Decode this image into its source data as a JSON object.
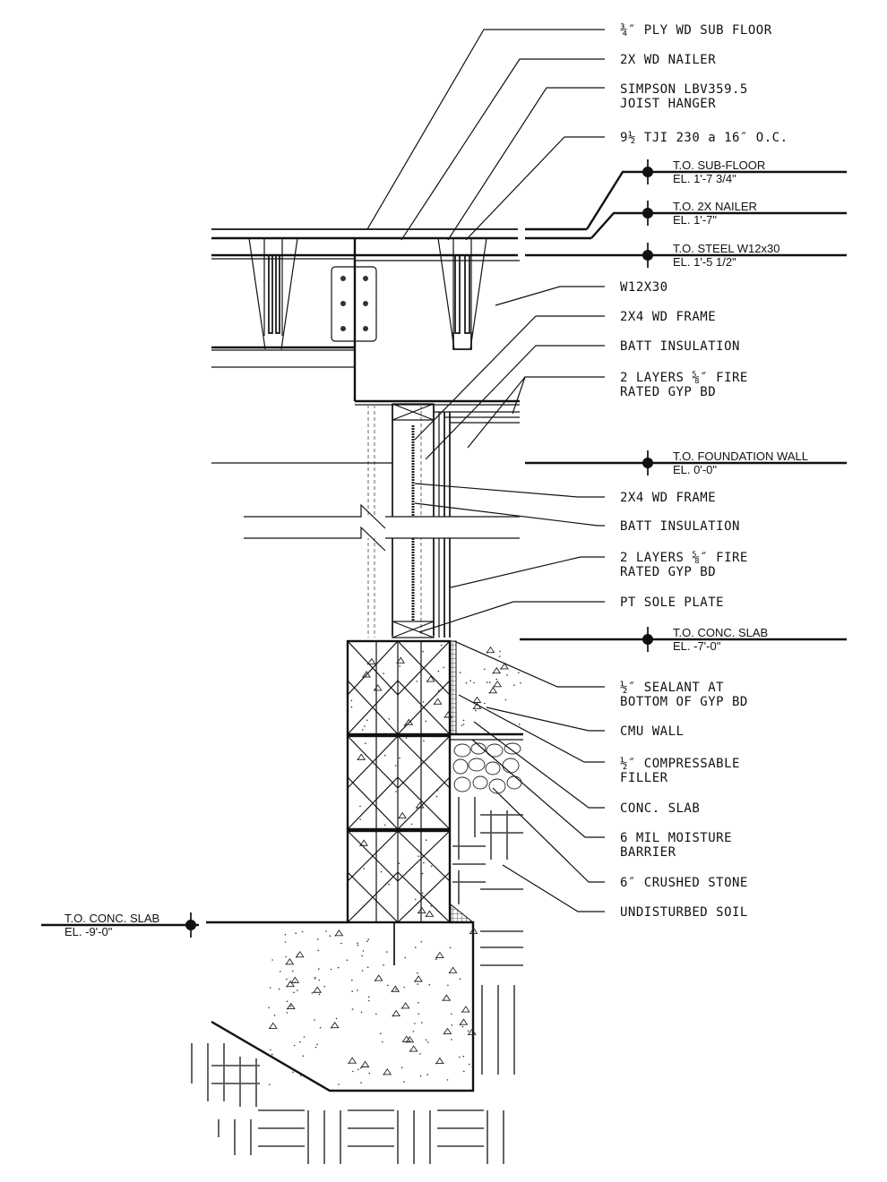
{
  "title": "Wall section detail — CMU foundation wall with wood frame and steel beam",
  "callouts": [
    {
      "id": "ply-subfloor",
      "lines": [
        "¾″ PLY WD SUB FLOOR"
      ]
    },
    {
      "id": "wd-nailer-top",
      "lines": [
        "2X WD NAILER"
      ]
    },
    {
      "id": "joist-hanger",
      "lines": [
        "SIMPSON LBV359.5",
        "JOIST HANGER"
      ]
    },
    {
      "id": "tji",
      "lines": [
        "9½ TJI 230 a 16″ O.C."
      ]
    },
    {
      "id": "w12x30",
      "lines": [
        "W12X30"
      ]
    },
    {
      "id": "wd-frame-upper",
      "lines": [
        "2X4 WD FRAME"
      ]
    },
    {
      "id": "batt-upper",
      "lines": [
        "BATT INSULATION"
      ]
    },
    {
      "id": "gyp-upper",
      "lines": [
        "2 LAYERS ⅝″ FIRE",
        "RATED GYP BD"
      ]
    },
    {
      "id": "wd-frame-lower",
      "lines": [
        "2X4 WD FRAME"
      ]
    },
    {
      "id": "batt-lower",
      "lines": [
        "BATT INSULATION"
      ]
    },
    {
      "id": "gyp-lower",
      "lines": [
        "2 LAYERS ⅝″ FIRE",
        "RATED GYP BD"
      ]
    },
    {
      "id": "sole-plate",
      "lines": [
        "PT SOLE PLATE"
      ]
    },
    {
      "id": "sealant",
      "lines": [
        "½″ SEALANT AT",
        "BOTTOM OF GYP BD"
      ]
    },
    {
      "id": "cmu-wall",
      "lines": [
        "CMU WALL"
      ]
    },
    {
      "id": "filler",
      "lines": [
        "½″ COMPRESSABLE",
        "FILLER"
      ]
    },
    {
      "id": "conc-slab",
      "lines": [
        "CONC. SLAB"
      ]
    },
    {
      "id": "moisture-barrier",
      "lines": [
        "6 MIL MOISTURE",
        "BARRIER"
      ]
    },
    {
      "id": "crushed-stone",
      "lines": [
        "6″ CRUSHED STONE"
      ]
    },
    {
      "id": "soil",
      "lines": [
        "UNDISTURBED SOIL"
      ]
    }
  ],
  "elevations": [
    {
      "id": "sub-floor",
      "name": "T.O. SUB-FLOOR",
      "value": "EL. 1'-7 3/4\""
    },
    {
      "id": "nailer",
      "name": "T.O. 2X NAILER",
      "value": "EL. 1'-7\""
    },
    {
      "id": "steel",
      "name": "T.O. STEEL W12x30",
      "value": "EL. 1'-5 1/2\""
    },
    {
      "id": "foundation",
      "name": "T.O. FOUNDATION WALL",
      "value": "EL. 0'-0\""
    },
    {
      "id": "slab-upper",
      "name": "T.O. CONC. SLAB",
      "value": "EL. -7'-0\""
    },
    {
      "id": "slab-lower",
      "name": "T.O. CONC. SLAB",
      "value": "EL. -9'-0\""
    }
  ]
}
